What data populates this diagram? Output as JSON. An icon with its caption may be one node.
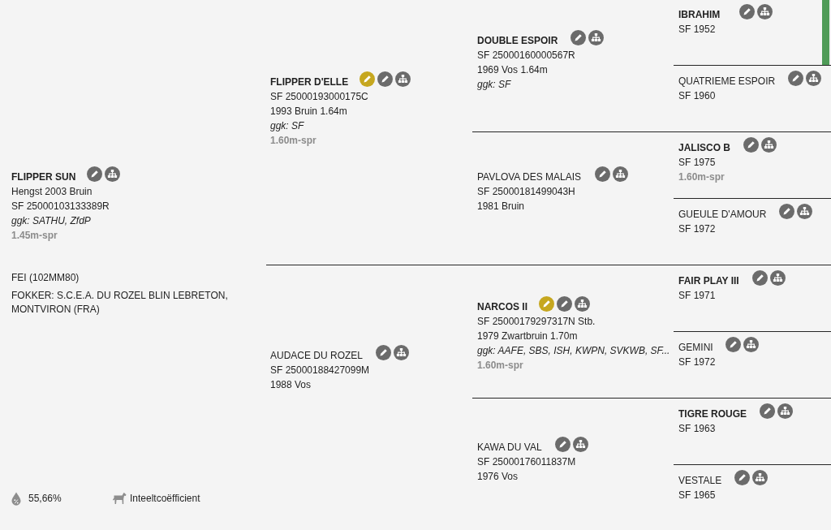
{
  "diagram": {
    "nodes": [
      {
        "text": [
          "FLIPPER SUN",
          "Hengst 2003 Bruin",
          "SF 25000103133389R",
          "ggk: SATHU, ZfdP",
          "1.45m-spr",
          "FEI (102MM80)",
          "FOKKER: S.C.E.A. DU ROZEL BLIN LEBRETON, MONTVIRON (FRA)"
        ]
      },
      {
        "text": [
          "FLIPPER D'ELLE",
          "SF 25000193000175C",
          "1993 Bruin 1.64m",
          "ggk: SF",
          "1.60m-spr"
        ]
      },
      {
        "text": [
          "AUDACE DU ROZEL",
          "SF 25000188427099M",
          "1988 Vos"
        ]
      },
      {
        "text": [
          "DOUBLE ESPOIR",
          "SF 25000160000567R",
          "1969 Vos 1.64m",
          "ggk: SF"
        ]
      },
      {
        "text": [
          "PAVLOVA DES MALAIS",
          "SF 25000181499043H",
          "1981 Bruin"
        ]
      },
      {
        "text": [
          "NARCOS II",
          "SF 25000179297317N Stb.",
          "1979 Zwartbruin 1.70m",
          "ggk: AAFE, SBS, ISH, KWPN, SVKWB, SF...",
          "1.60m-spr"
        ]
      },
      {
        "text": [
          "KAWA DU VAL",
          "SF 25000176011837M",
          "1976 Vos"
        ]
      },
      {
        "text": [
          "IBRAHIM",
          "SF 1952"
        ]
      },
      {
        "text": [
          "QUATRIEME ESPOIR",
          "SF 1960"
        ]
      },
      {
        "text": [
          "JALISCO B",
          "SF 1975",
          "1.60m-spr"
        ]
      },
      {
        "text": [
          "GUEULE D'AMOUR",
          "SF 1972"
        ]
      },
      {
        "text": [
          "FAIR PLAY III",
          "SF 1971"
        ]
      },
      {
        "text": [
          "GEMINI",
          "SF 1972"
        ]
      },
      {
        "text": [
          "TIGRE ROUGE",
          "SF 1963"
        ]
      },
      {
        "text": [
          "VESTALE",
          "SF 1965"
        ]
      }
    ],
    "labels": [
      "55,66%",
      "Inteeltcoëfficient"
    ]
  }
}
